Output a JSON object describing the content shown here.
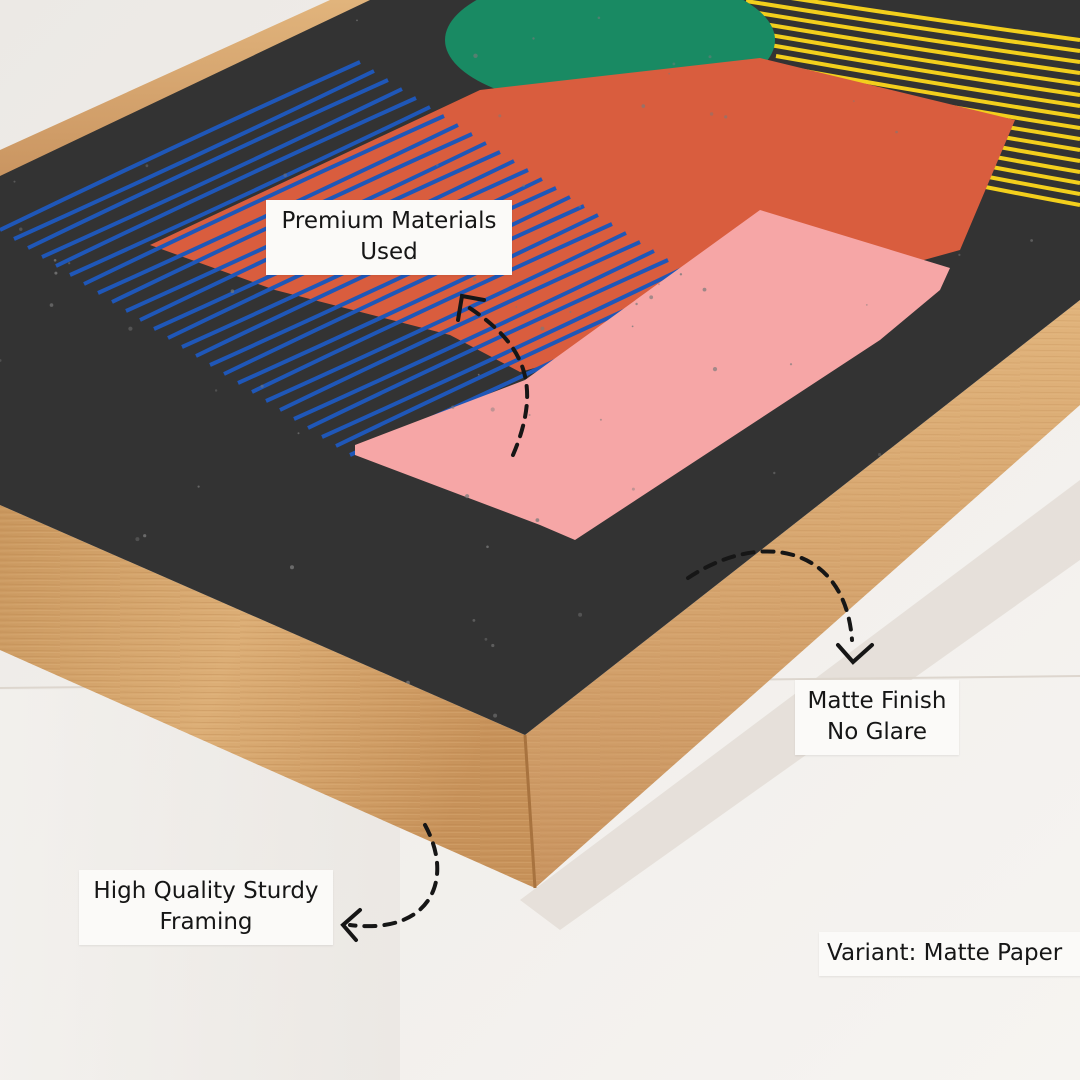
{
  "image": {
    "description_colors": {
      "background": "#efebe6",
      "floor": "#f4f2ef",
      "print_background": "#333333",
      "frame_wood": "#d8a86e",
      "frame_wood_dark": "#b98450",
      "green_circle": "#198a63",
      "orange_block": "#d95d3e",
      "pink_block": "#f6a6a6",
      "blue_stripes": "#1f57b8",
      "yellow_stripes": "#f3cf1c",
      "label_background": "#fbfaf8",
      "arrow": "#161616"
    }
  },
  "callouts": {
    "premium": {
      "line1": "Premium Materials",
      "line2": "Used"
    },
    "matte": {
      "line1": "Matte Finish",
      "line2": "No Glare"
    },
    "framing": {
      "line1": "High Quality Sturdy",
      "line2": "Framing"
    },
    "variant": {
      "text": "Variant: Matte Paper"
    }
  },
  "icons": {
    "premium_arrow": "dashed-curved-arrow-up-icon",
    "matte_arrow": "dashed-curved-arrow-down-icon",
    "framing_arrow": "dashed-curved-arrow-left-icon"
  }
}
